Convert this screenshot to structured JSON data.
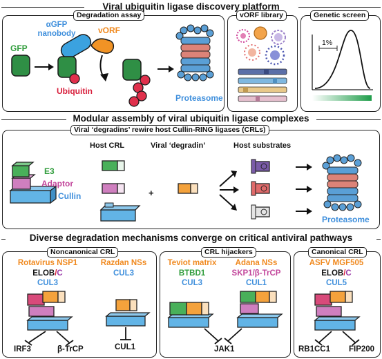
{
  "section1": {
    "title": "Viral ubiquitin ligase discovery platform",
    "degradation_tab": "Degradation assay",
    "vorf_tab": "vORF library",
    "genetic_tab": "Genetic screen",
    "gfp": "GFP",
    "agfp_line1": "αGFP",
    "agfp_line2": "nanobody",
    "vorf": "vORF",
    "ubiquitin": "Ubiquitin",
    "proteasome": "Proteasome",
    "percent": "1%"
  },
  "section2": {
    "title": "Modular assembly of viral ubiquitin ligase complexes",
    "subtitle": "Viral ‘degradins’ rewire host Cullin-RING ligases (CRLs)",
    "host_crl": "Host CRL",
    "viral_degradin": "Viral ‘degradin’",
    "host_substrates": "Host substrates",
    "e3": "E3",
    "adaptor": "Adaptor",
    "cullin": "Cullin",
    "plus": "+",
    "proteasome": "Proteasome"
  },
  "section3": {
    "title": "Diverse degradation mechanisms converge on critical antiviral pathways",
    "tab_noncanonical": "Noncanonical CRL",
    "tab_hijackers": "CRL hijackers",
    "tab_canonical": "Canonical CRL",
    "rota_name": "Rotavirus NSP1",
    "rota_elob": "ELOB",
    "rota_slash": "/",
    "rota_c": "C",
    "rota_cul": "CUL3",
    "razdan_name": "Razdan NSs",
    "razdan_cul": "CUL3",
    "teviot_name": "Teviot matrix",
    "teviot_btbd": "BTBD1",
    "teviot_cul": "CUL3",
    "adana_name": "Adana NSs",
    "adana_skp": "SKP1/β-TrCP",
    "adana_cul": "CUL1",
    "asfv_name": "ASFV MGF505",
    "asfv_elob": "ELOB",
    "asfv_slash": "/",
    "asfv_c": "C",
    "asfv_cul": "CUL5",
    "target_irf3": "IRF3",
    "target_btrcp": "β-TrCP",
    "target_cul1": "CUL1",
    "target_jak1": "JAK1",
    "target_rb1cc1": "RB1CC1",
    "target_fip200": "FIP200"
  },
  "colors": {
    "cullin": "#62b4e6",
    "adaptor": "#cf7fbf",
    "e3_green": "#49b05a",
    "degradin_orange": "#f4a23c",
    "ubiquitin": "#e0304c",
    "gfp": "#2f8f45",
    "proteasome_blue": "#5a9fd6",
    "proteasome_red": "#dc8378"
  }
}
